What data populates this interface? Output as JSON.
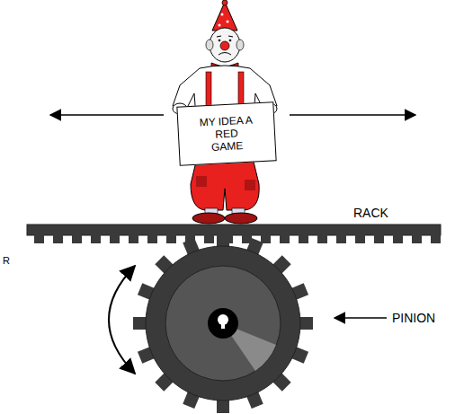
{
  "diagram": {
    "nodes": [
      {
        "text": [
          "MY IDEA A RED GAME"
        ]
      }
    ],
    "labels": [
      "RACK",
      "R",
      "PINION"
    ]
  }
}
